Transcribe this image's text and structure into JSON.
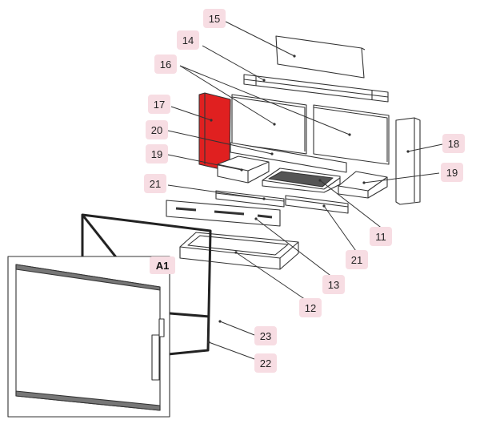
{
  "colors": {
    "background": "#ffffff",
    "line": "#333333",
    "highlight_part": "#e02020",
    "callout_bg": "#f7dde3"
  },
  "inset": {
    "label": "A1"
  },
  "callouts": [
    {
      "id": "c15",
      "text": "15"
    },
    {
      "id": "c14",
      "text": "14"
    },
    {
      "id": "c16",
      "text": "16"
    },
    {
      "id": "c17",
      "text": "17"
    },
    {
      "id": "c20",
      "text": "20"
    },
    {
      "id": "c19a",
      "text": "19"
    },
    {
      "id": "c18",
      "text": "18"
    },
    {
      "id": "c19b",
      "text": "19"
    },
    {
      "id": "c21a",
      "text": "21"
    },
    {
      "id": "c11",
      "text": "11"
    },
    {
      "id": "c21b",
      "text": "21"
    },
    {
      "id": "c13",
      "text": "13"
    },
    {
      "id": "c12",
      "text": "12"
    },
    {
      "id": "c23",
      "text": "23"
    },
    {
      "id": "c22",
      "text": "22"
    }
  ]
}
